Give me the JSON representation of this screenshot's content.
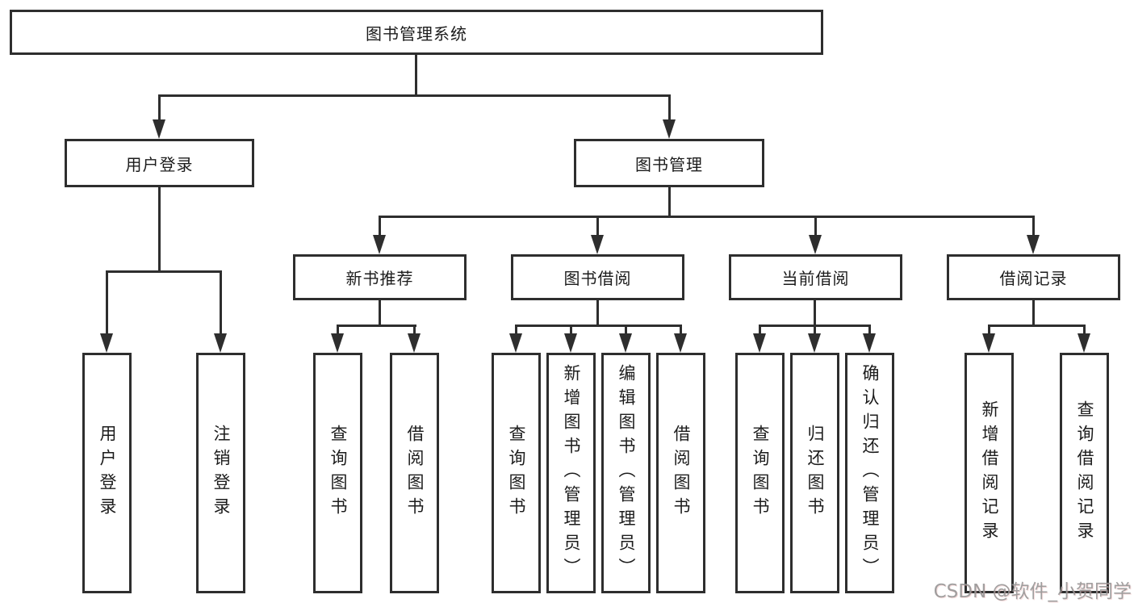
{
  "diagram": {
    "root": "图书管理系统",
    "user_login": {
      "label": "用户登录",
      "children": [
        "用户登录",
        "注销登录"
      ]
    },
    "book_mgmt": {
      "label": "图书管理",
      "sections": [
        {
          "label": "新书推荐",
          "children": [
            "查询图书",
            "借阅图书"
          ]
        },
        {
          "label": "图书借阅",
          "children": [
            "查询图书",
            "新增图书（管理员）",
            "编辑图书（管理员）",
            "借阅图书"
          ]
        },
        {
          "label": "当前借阅",
          "children": [
            "查询图书",
            "归还图书",
            "确认归还（管理员）"
          ]
        },
        {
          "label": "借阅记录",
          "children": [
            "新增借阅记录",
            "查询借阅记录"
          ]
        }
      ]
    }
  },
  "watermark": "CSDN @软件_小贺同学",
  "colors": {
    "line": "#2e2e2e",
    "text": "#1c1c1c",
    "background": "#ffffff",
    "watermark": "#949494"
  }
}
